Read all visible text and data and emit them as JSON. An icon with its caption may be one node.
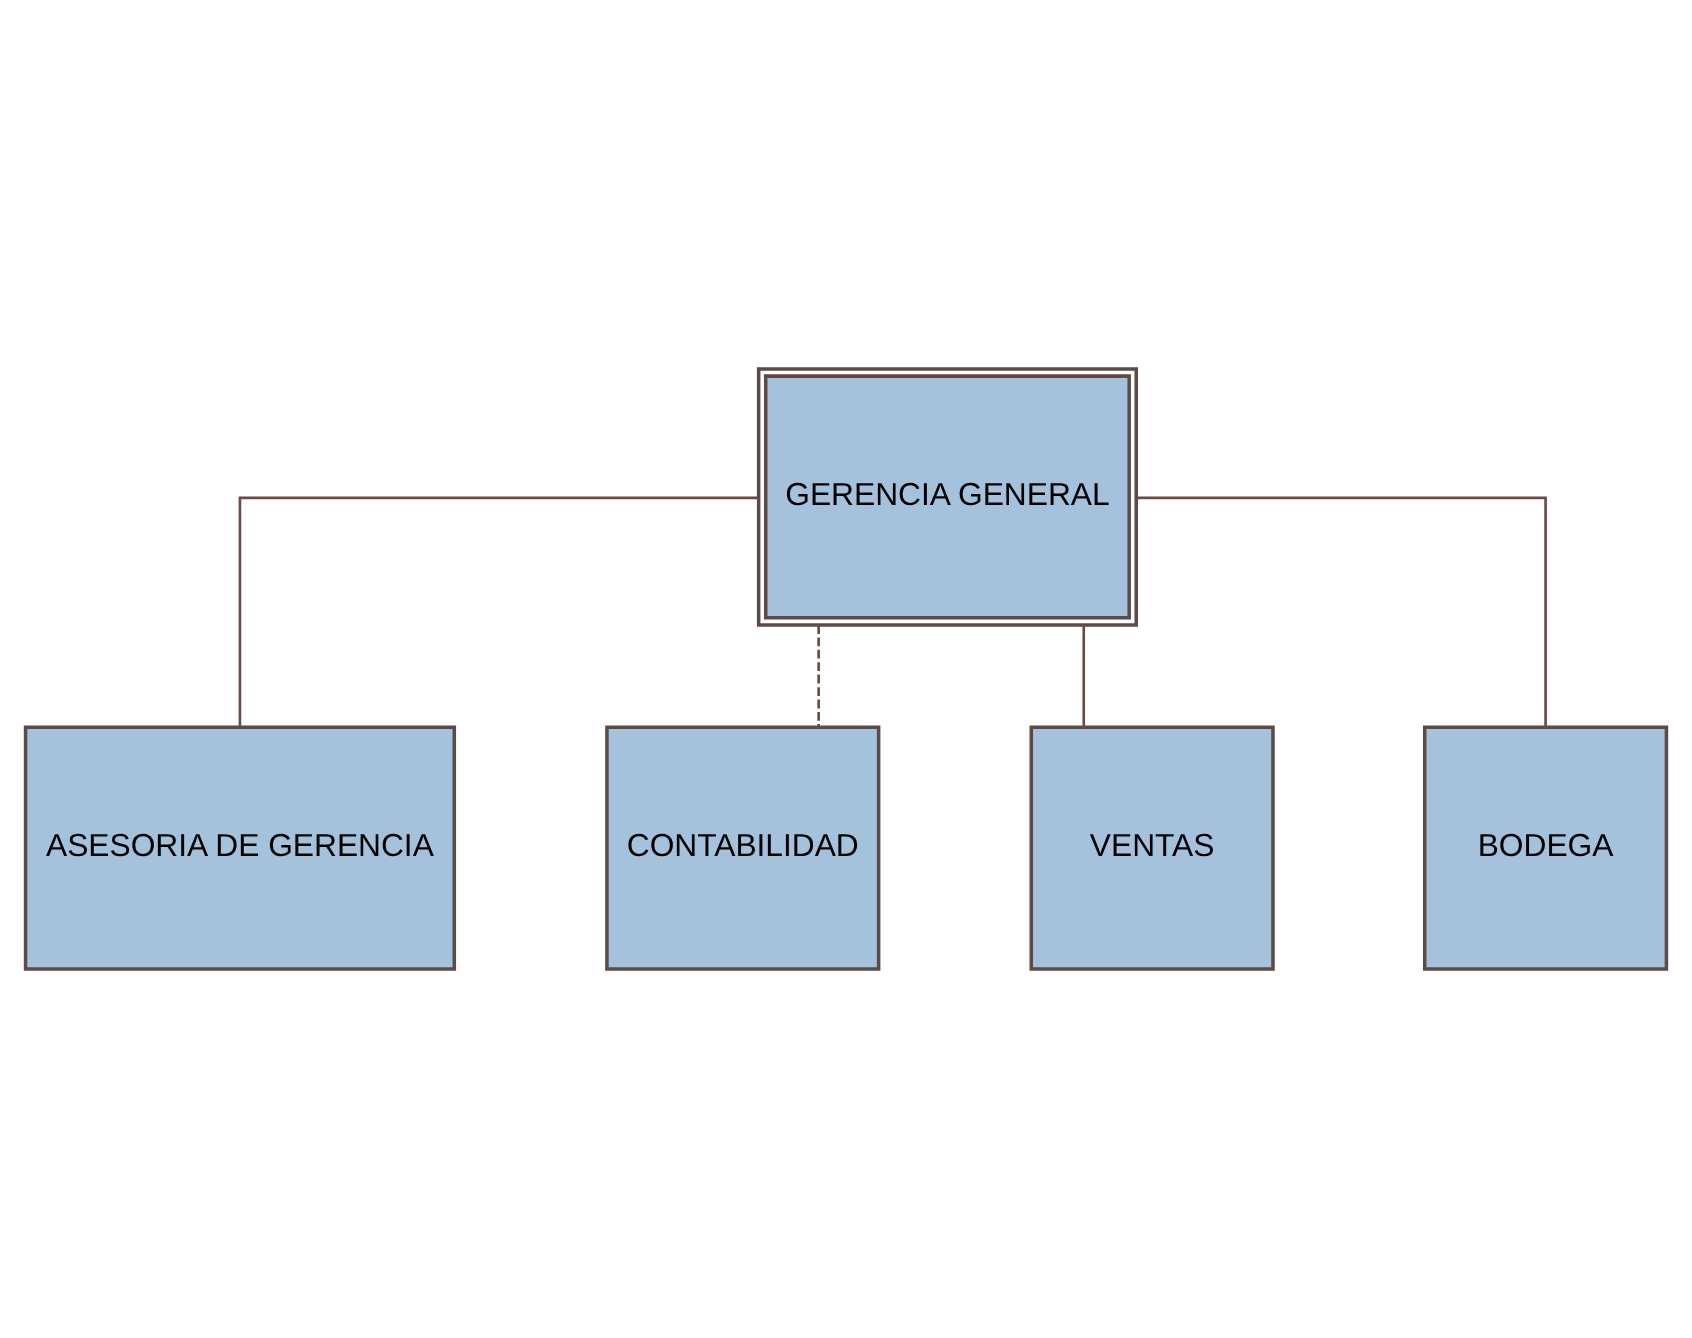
{
  "diagram": {
    "nodes": [
      {
        "text": [
          "GERENCIA GENERAL"
        ]
      },
      {
        "text": [
          "ASESORIA DE GERENCIA"
        ]
      },
      {
        "text": [
          "CONTABILIDAD"
        ]
      },
      {
        "text": [
          "VENTAS"
        ]
      },
      {
        "text": [
          "BODEGA"
        ]
      }
    ],
    "edges": [
      {
        "from": 0,
        "to": 1,
        "arrow": "none"
      },
      {
        "from": 0,
        "to": 2,
        "arrow": "none",
        "style": "dashed"
      },
      {
        "from": 0,
        "to": 3,
        "arrow": "none"
      },
      {
        "from": 0,
        "to": 4,
        "arrow": "none"
      }
    ]
  }
}
